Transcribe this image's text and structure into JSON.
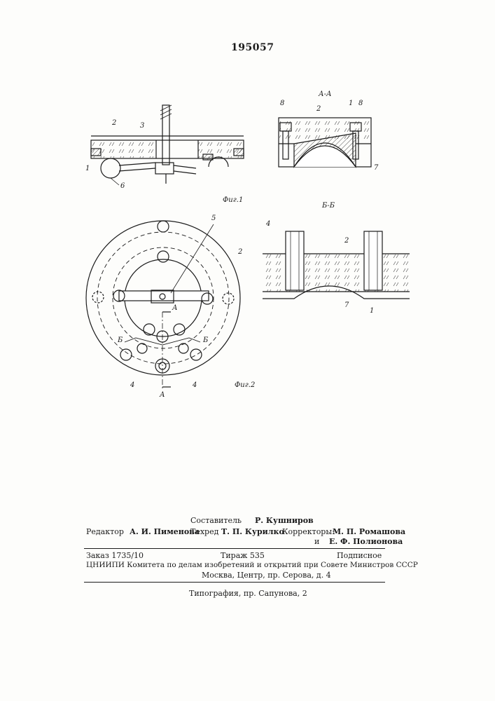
{
  "patent_number": "195057",
  "figures": {
    "fig1": {
      "caption": "Фиг.1",
      "labels": [
        "2",
        "3",
        "1",
        "6"
      ]
    },
    "section_aa": {
      "title": "А-А",
      "labels": [
        "8",
        "2",
        "1",
        "8",
        "7"
      ]
    },
    "section_bb": {
      "title": "Б-Б",
      "labels": [
        "4",
        "2",
        "7",
        "1"
      ]
    },
    "fig2": {
      "caption": "Фиг.2",
      "labels": [
        "5",
        "2",
        "4",
        "4"
      ],
      "section_marks": [
        "А",
        "А",
        "Б",
        "Б"
      ]
    }
  },
  "colophon": {
    "compiler_role": "Составитель",
    "compiler_name": "Р. Кушниров",
    "editor_role": "Редактор",
    "editor_name": "А. И. Пименова",
    "techred_role": "Техред",
    "techred_name": "Т. П. Курилко",
    "correctors_role": "Корректоры:",
    "corrector1": "М. П. Ромашова",
    "corrector2_prefix": "и",
    "corrector2": "Е. Ф. Полионова",
    "order": "Заказ 1735/10",
    "print_run": "Тираж 535",
    "subscription": "Подписное",
    "institute_line": "ЦНИИПИ Комитета по делам изобретений и открытий при Совете Министров СССР",
    "address": "Москва, Центр, пр. Серова, д. 4",
    "printer": "Типография, пр. Сапунова, 2"
  }
}
